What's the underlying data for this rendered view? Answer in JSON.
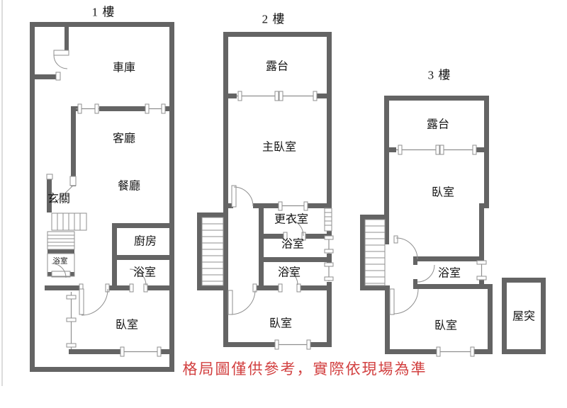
{
  "colors": {
    "wall": "#646464",
    "line": "#8f8f8f",
    "text": "#151515",
    "disclaimer": "#d24040"
  },
  "floor1": {
    "title": "1 樓",
    "garage": "車庫",
    "living": "客廳",
    "dining": "餐廳",
    "entry": "玄關",
    "kitchen": "廚房",
    "bath_small": "浴室",
    "bath": "浴室",
    "bedroom": "臥室"
  },
  "floor2": {
    "title": "2 樓",
    "terrace": "露台",
    "master": "主臥室",
    "closet": "更衣室",
    "bath1": "浴室",
    "bath2": "浴室",
    "bedroom": "臥室"
  },
  "floor3": {
    "title": "3 樓",
    "terrace": "露台",
    "bedroom_up": "臥室",
    "bath": "浴室",
    "bedroom_down": "臥室",
    "roof": "屋突"
  },
  "disclaimer": "格局圖僅供參考，實際依現場為準"
}
